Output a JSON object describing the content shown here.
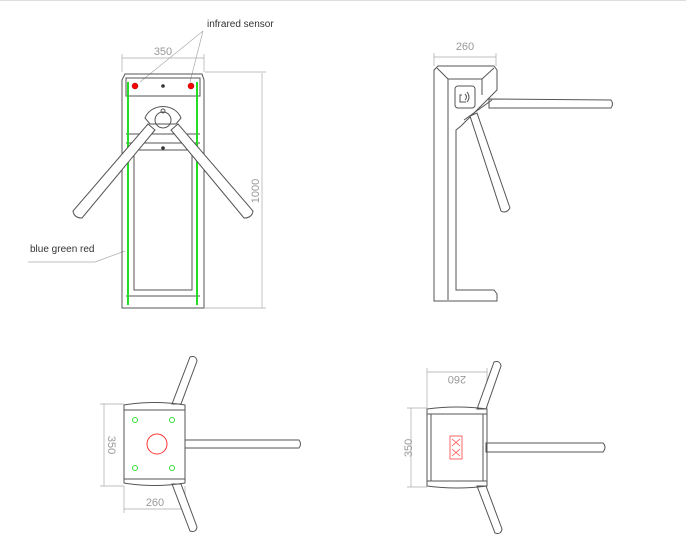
{
  "annotations": {
    "infrared_sensor": "infrared sensor",
    "led_colors": "blue green red"
  },
  "front_view": {
    "width_dim": "350",
    "height_dim": "1000"
  },
  "side_view": {
    "depth_dim": "260"
  },
  "top_view_left": {
    "width_dim": "350",
    "depth_dim": "260"
  },
  "top_view_right": {
    "width_dim": "350",
    "depth_dim": "260"
  },
  "colors": {
    "sensor": "#ff0000",
    "led_strip": "#33dd33",
    "line": "#555555",
    "dimension": "#aaaaaa"
  }
}
